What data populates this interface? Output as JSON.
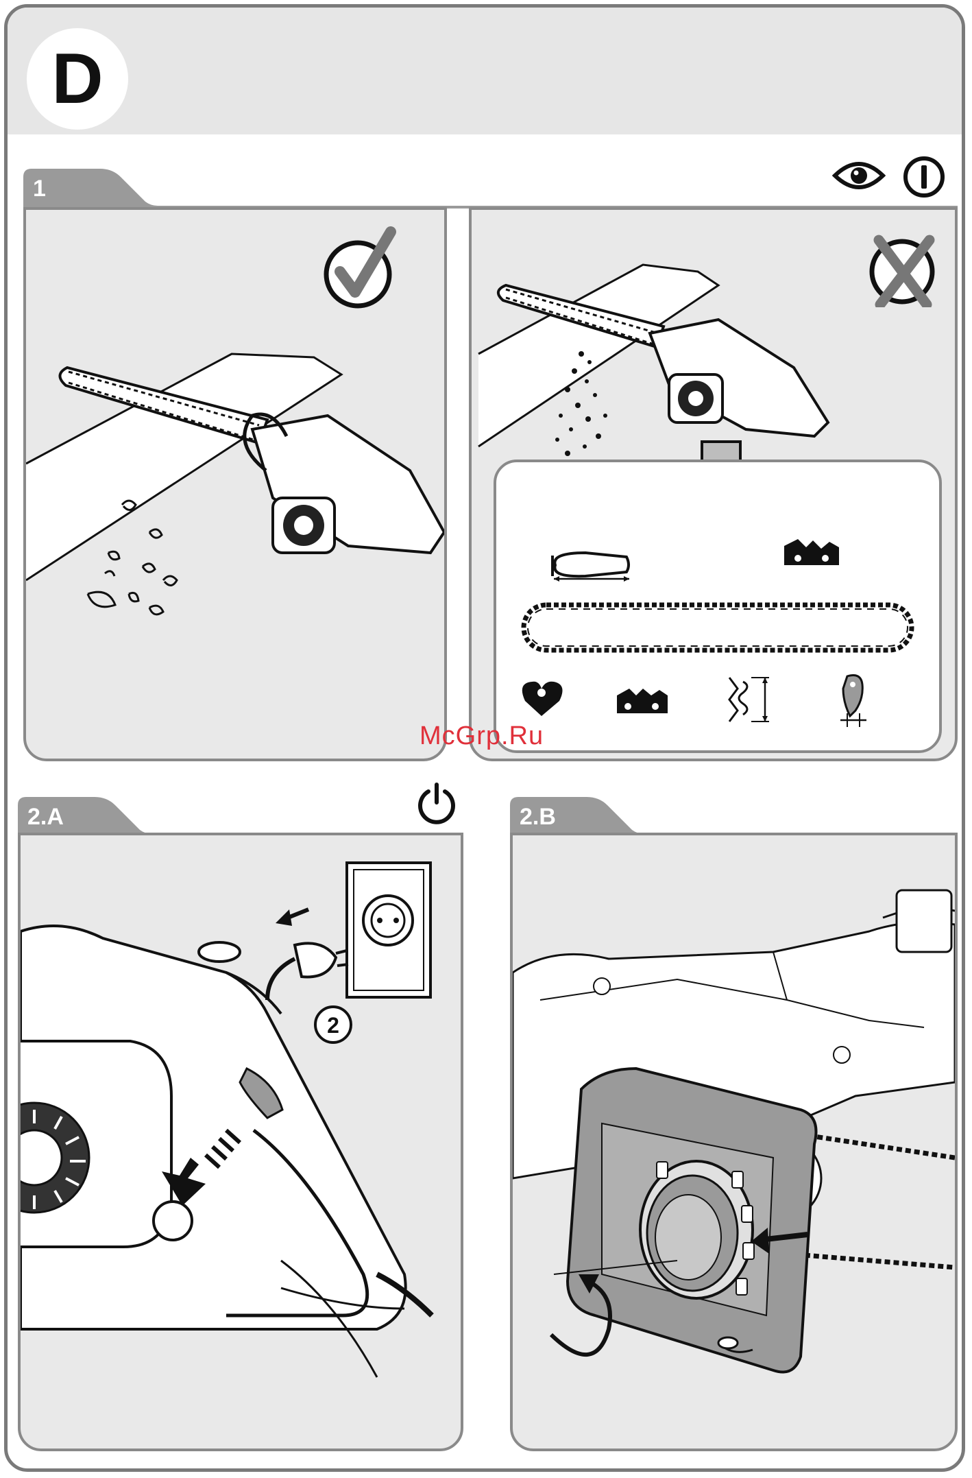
{
  "section": {
    "letter": "D"
  },
  "steps": [
    {
      "id": "1",
      "label": "1"
    },
    {
      "id": "2a",
      "label": "2.A"
    },
    {
      "id": "2b",
      "label": "2.B"
    }
  ],
  "callouts": {
    "unplug_step": "2"
  },
  "watermark": "McGrp.Ru",
  "icons": {
    "inspect": "eye-icon",
    "info": "info-icon",
    "correct": "checkmark-icon",
    "incorrect": "cross-icon",
    "power": "power-icon",
    "down_arrow": "arrow-down-icon"
  },
  "colors": {
    "frame": "#7a7a7a",
    "panel_bg": "#e9e9e9",
    "tab": "#9a9a9a",
    "watermark": "#e0303a"
  }
}
